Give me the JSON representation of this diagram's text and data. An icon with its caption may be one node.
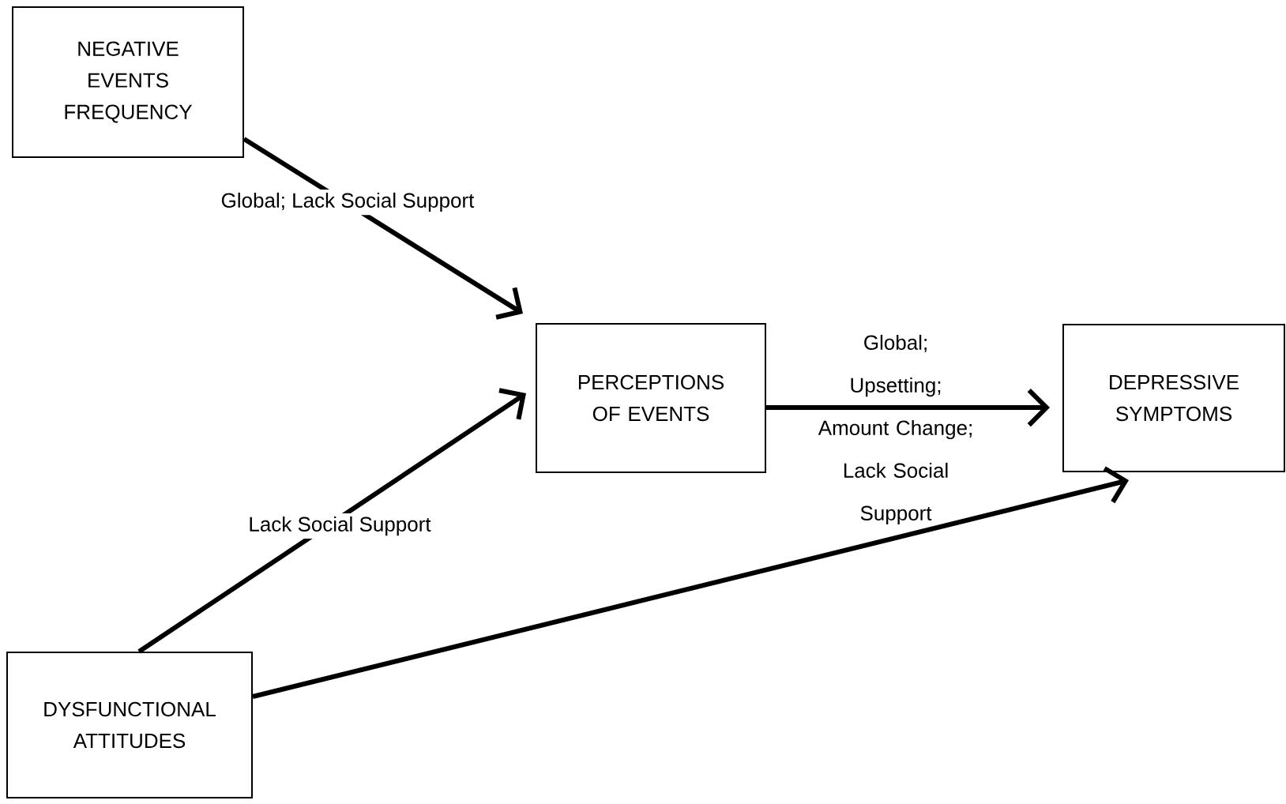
{
  "diagram": {
    "nodes": [
      {
        "text": [
          "NEGATIVE EVENTS FREQUENCY"
        ]
      },
      {
        "text": [
          "PERCEPTIONS OF EVENTS"
        ]
      },
      {
        "text": [
          "DEPRESSIVE SYMPTOMS"
        ]
      },
      {
        "text": [
          "DYSFUNCTIONAL ATTITUDES"
        ]
      }
    ],
    "edges": [
      {
        "from": 0,
        "to": 1,
        "arrow": "to",
        "label": "Global; Lack Social Support"
      },
      {
        "from": 3,
        "to": 1,
        "arrow": "to",
        "label": "Lack Social Support"
      },
      {
        "from": 1,
        "to": 2,
        "arrow": "to",
        "label": "Global; Upsetting; Amount Change; Lack Social Support"
      },
      {
        "from": 3,
        "to": 2,
        "arrow": "to"
      }
    ]
  }
}
